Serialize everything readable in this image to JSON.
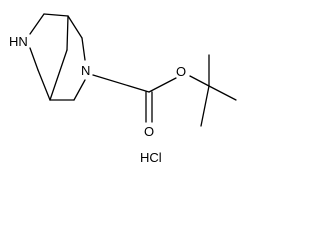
{
  "molecule": {
    "atoms": {
      "nh": "HN",
      "n": "N",
      "o_ester": "O",
      "o_carbonyl": "O",
      "salt": "HCl"
    }
  }
}
